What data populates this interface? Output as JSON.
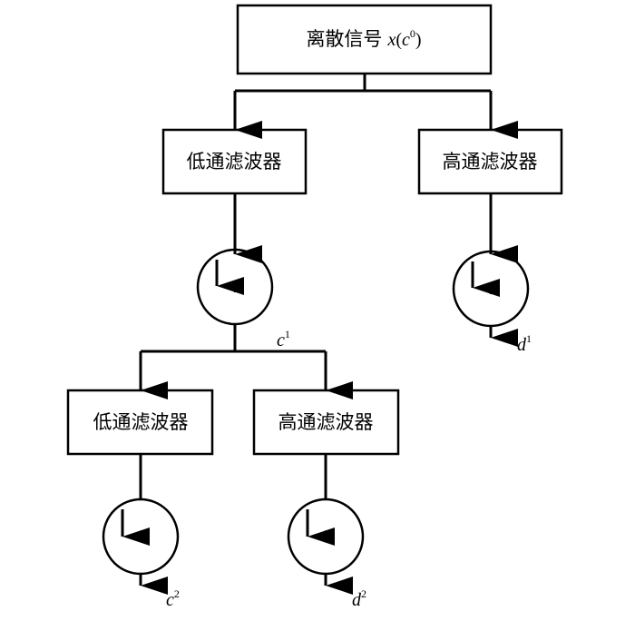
{
  "root": {
    "label": "离散信号",
    "signal_var": "x",
    "paren_open": "(",
    "signal_inner": "c",
    "signal_sup": "0",
    "paren_close": ")"
  },
  "level1": {
    "low_filter": "低通滤波器",
    "high_filter": "高通滤波器",
    "low_down_factor": "2",
    "high_down_factor": "2",
    "low_out": {
      "base": "c",
      "sup": "1"
    },
    "high_out": {
      "base": "d",
      "sup": "1"
    }
  },
  "level2": {
    "low_filter": "低通滤波器",
    "high_filter": "高通滤波器",
    "low_down_factor": "2",
    "high_down_factor": "2",
    "low_out": {
      "base": "c",
      "sup": "2"
    },
    "high_out": {
      "base": "d",
      "sup": "2"
    }
  },
  "colors": {
    "stroke": "#000000",
    "background": "#ffffff"
  }
}
